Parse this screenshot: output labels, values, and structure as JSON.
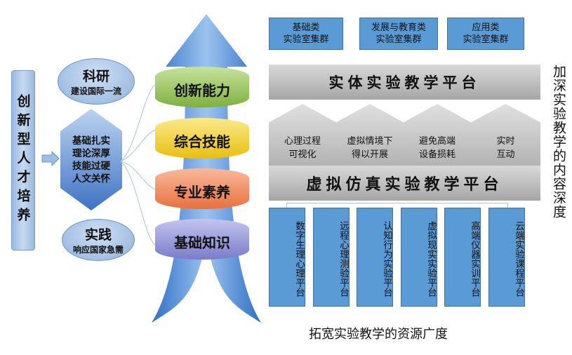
{
  "left": {
    "goal": "创新型人才培养",
    "research": {
      "title": "科研",
      "subtitle": "建设国际一流"
    },
    "core": [
      "基础扎实",
      "理论深厚",
      "技能过硬",
      "人文关怀"
    ],
    "practice": {
      "title": "实践",
      "subtitle": "响应国家急需"
    }
  },
  "layers": [
    "创新能力",
    "综合技能",
    "专业素养",
    "基础知识"
  ],
  "top_clusters": [
    [
      "基础类",
      "实验室集群"
    ],
    [
      "发展与教育类",
      "实验室集群"
    ],
    [
      "应用类",
      "实验室集群"
    ]
  ],
  "physical_platform": "实体实验教学平台",
  "virtual_features": [
    [
      "心理过程",
      "可视化"
    ],
    [
      "虚拟情境下",
      "得以开展"
    ],
    [
      "避免高端",
      "设备损耗"
    ],
    [
      "实时",
      "互动"
    ]
  ],
  "virtual_platform": "虚拟仿真实验教学平台",
  "sub_platforms": [
    "数字生理心理平台",
    "远程心理测验平台",
    "认知行为实验平台",
    "虚拟现实实验平台",
    "高端仪器实训平台",
    "云端实验课程平台"
  ],
  "depth_label": "加深实验教学的内容深度",
  "breadth_label": "拓宽实验教学的资源广度",
  "colors": {
    "blue": "#5b9bd5",
    "green": "#8fc24f",
    "yellow": "#f5d22c",
    "orange": "#f2865a",
    "purple": "#8e8fd6"
  }
}
